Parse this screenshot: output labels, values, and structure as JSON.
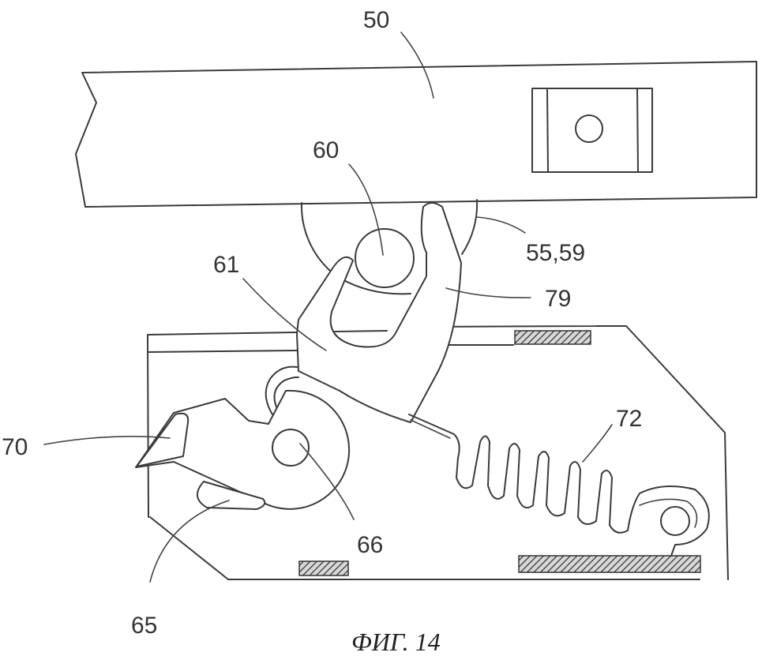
{
  "figure": {
    "caption": "ФИГ. 14",
    "labels": {
      "rail": "50",
      "pivot_pin": "60",
      "disc": "55,59",
      "hook_lever": "61",
      "arm": "79",
      "latch": "70",
      "spring": "72",
      "cam_pivot": "66",
      "stop": "65"
    }
  }
}
